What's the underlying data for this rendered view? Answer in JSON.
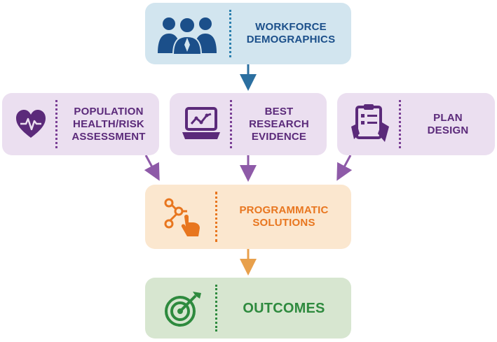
{
  "colors": {
    "blue_bg": "#d2e5ef",
    "blue_fg": "#1b4f8a",
    "blue_dots": "#2b7fae",
    "purple_bg": "#ebdff0",
    "purple_fg": "#5b2a7a",
    "purple_dots": "#7a3f95",
    "purple_arrow": "#8e5aa8",
    "orange_bg": "#fbe7cf",
    "orange_fg": "#e8761f",
    "orange_arrow": "#e8a04c",
    "green_bg": "#d7e6d0",
    "green_fg": "#2e8a3e"
  },
  "nodes": {
    "workforce": {
      "label": "WORKFORCE\nDEMOGRAPHICS",
      "icon": "people-icon"
    },
    "population": {
      "label": "POPULATION\nHEALTH/RISK\nASSESSMENT",
      "icon": "heart-pulse-icon"
    },
    "research": {
      "label": "BEST\nRESEARCH\nEVIDENCE",
      "icon": "laptop-chart-icon"
    },
    "plan": {
      "label": "PLAN\nDESIGN",
      "icon": "clipboard-icon"
    },
    "programmatic": {
      "label": "PROGRAMMATIC\nSOLUTIONS",
      "icon": "touch-network-icon"
    },
    "outcomes": {
      "label": "OUTCOMES",
      "icon": "target-icon"
    }
  }
}
